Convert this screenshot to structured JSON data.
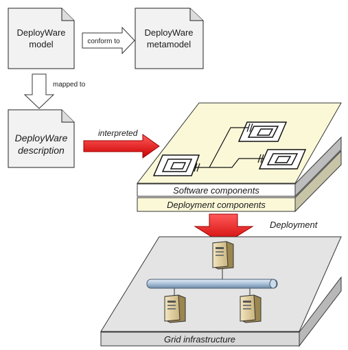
{
  "documents": {
    "model": {
      "line1": "DeployWare",
      "line2": "model"
    },
    "metamodel": {
      "line1": "DeployWare",
      "line2": "metamodel"
    },
    "description": {
      "line1": "DeployWare",
      "line2": "description"
    }
  },
  "arrows": {
    "conform": "conform to",
    "mapped": "mapped to",
    "interpreted": "interpreted",
    "deployment": "Deployment"
  },
  "layers": {
    "software": "Software components",
    "deployment": "Deployment components",
    "grid": "Grid infrastructure"
  },
  "colors": {
    "document_fill": "#f2f2f2",
    "platform_top": "#fbf8d8",
    "red_arrow": "#ee1111",
    "bus": "#b8cde0",
    "slab": "#d9d9d9"
  }
}
